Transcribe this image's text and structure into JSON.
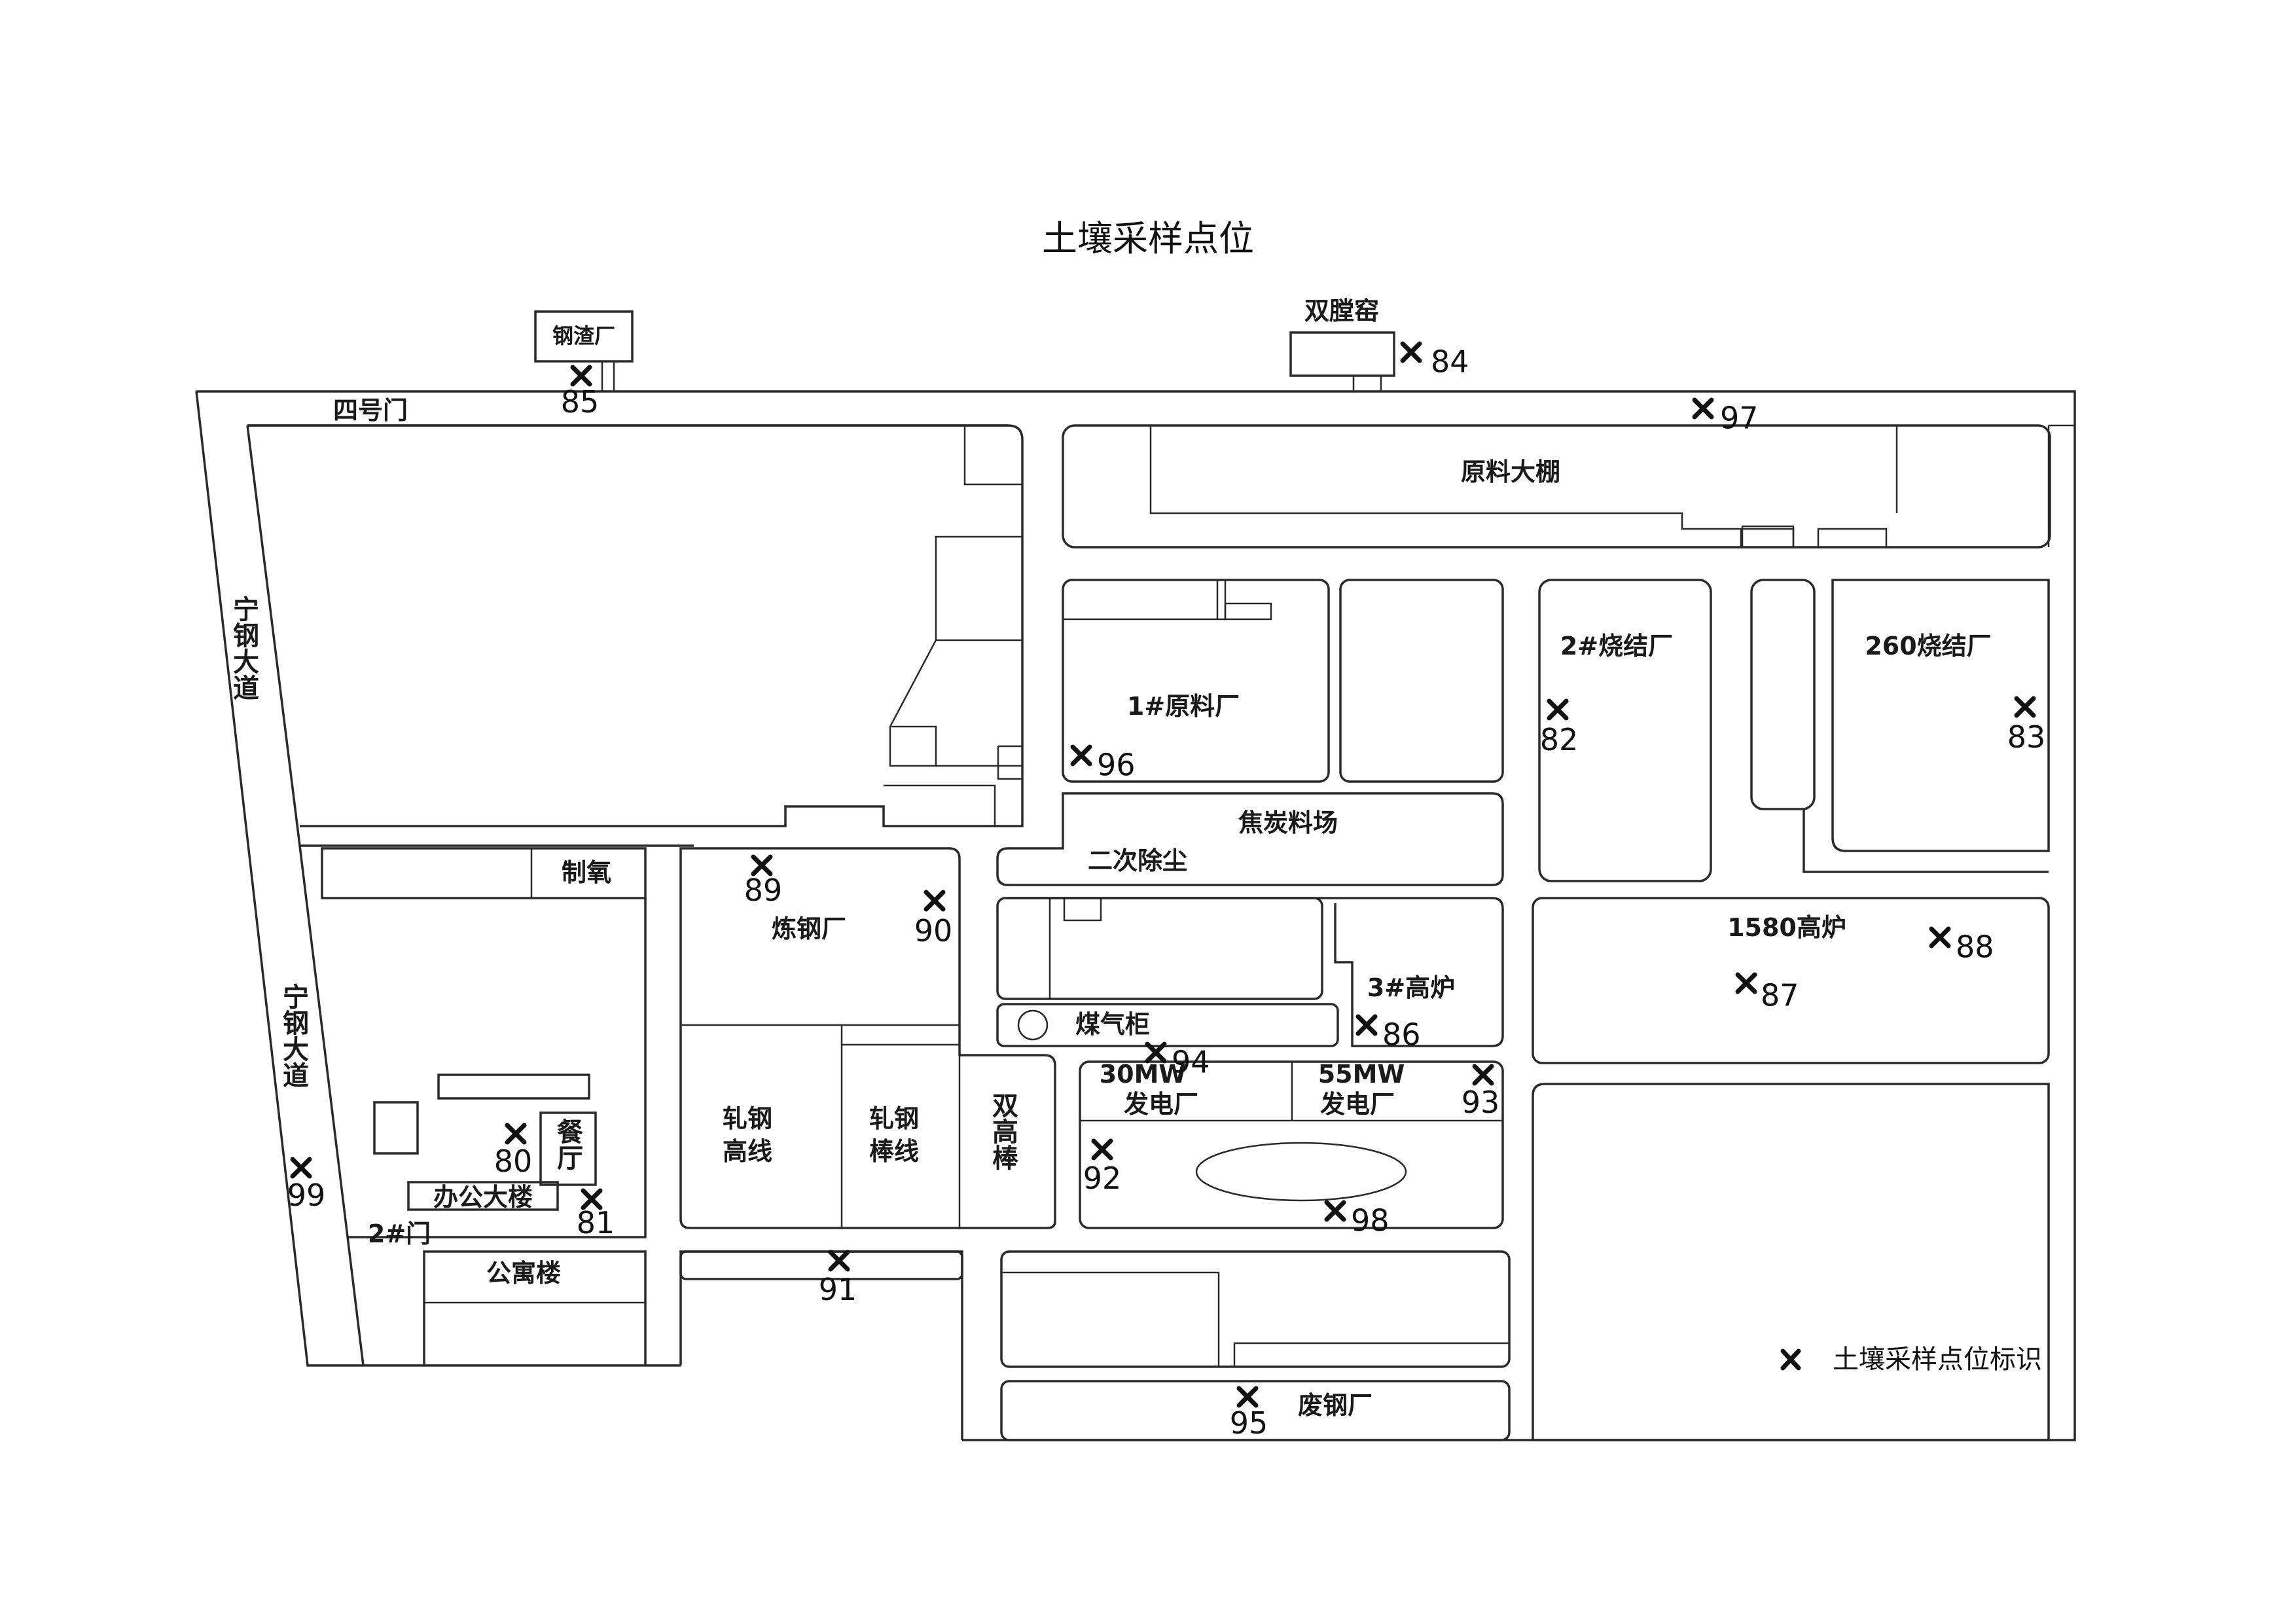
{
  "title": "土壤采样点位",
  "buildings": {
    "slag_plant": "钢渣厂",
    "double_kiln": "双膛窑",
    "gate4": "四号门",
    "raw_shed": "原料大棚",
    "road": "宁钢大道",
    "sinter2": "2#烧结厂",
    "sinter260": "260烧结厂",
    "raw1": "1#原料厂",
    "coke_yard": "焦炭料场",
    "dedust2": "二次除尘",
    "oxygen": "制氧",
    "steelmaking": "炼钢厂",
    "bf1580": "1580高炉",
    "bf3": "3#高炉",
    "gas_holder": "煤气柜",
    "power30a": "30MW",
    "power30b": "发电厂",
    "power55a": "55MW",
    "power55b": "发电厂",
    "roll_high_a": "轧钢",
    "roll_high_b": "高线",
    "roll_bar_a": "轧钢",
    "roll_bar_b": "棒线",
    "double_bar": "双高棒",
    "canteen": "餐厅",
    "office": "办公大楼",
    "gate2": "2#门",
    "apartment": "公寓楼",
    "scrap": "废钢厂"
  },
  "sample_points": [
    "80",
    "81",
    "82",
    "83",
    "84",
    "85",
    "86",
    "87",
    "88",
    "89",
    "90",
    "91",
    "92",
    "93",
    "94",
    "95",
    "96",
    "97",
    "98",
    "99"
  ],
  "legend": {
    "label": "土壤采样点位标识"
  }
}
